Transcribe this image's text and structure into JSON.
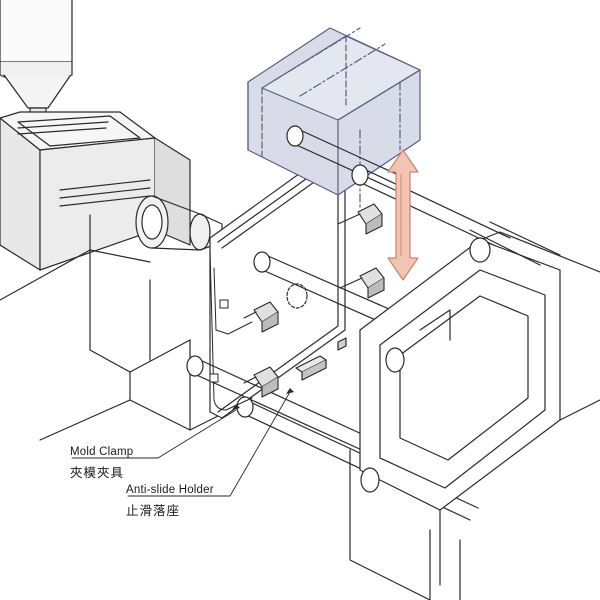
{
  "labels": {
    "mold_clamp_en": "Mold Clamp",
    "mold_clamp_zh": "夾模夾具",
    "anti_slide_en": "Anti-slide Holder",
    "anti_slide_zh": "止滑落座"
  },
  "colors": {
    "line": "#2a2a2a",
    "mold_fill": "#d9dbe8",
    "mold_stroke": "#5a5e80",
    "arrow_fill": "#f2c4b4",
    "arrow_stroke": "#c8866c",
    "body_shade": "#e6e6e6"
  },
  "icons": {
    "movement_arrow": "double-vertical-arrow-icon",
    "clamp": "mold-clamp-icon",
    "holder": "anti-slide-holder-icon"
  }
}
